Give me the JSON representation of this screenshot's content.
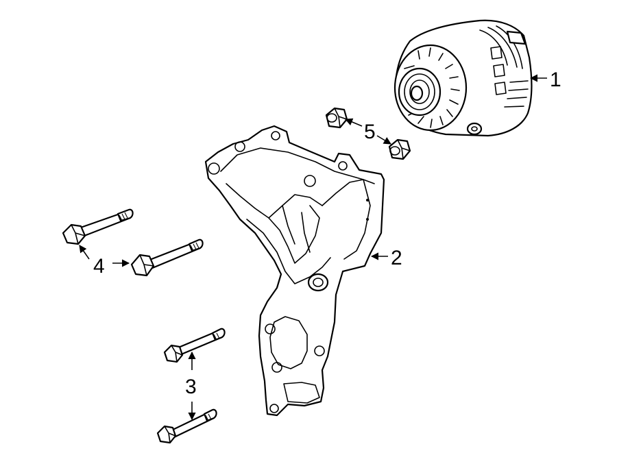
{
  "callouts": {
    "alternator": "1",
    "bracket": "2",
    "lower_bolts": "3",
    "upper_bolts": "4",
    "nuts": "5"
  }
}
